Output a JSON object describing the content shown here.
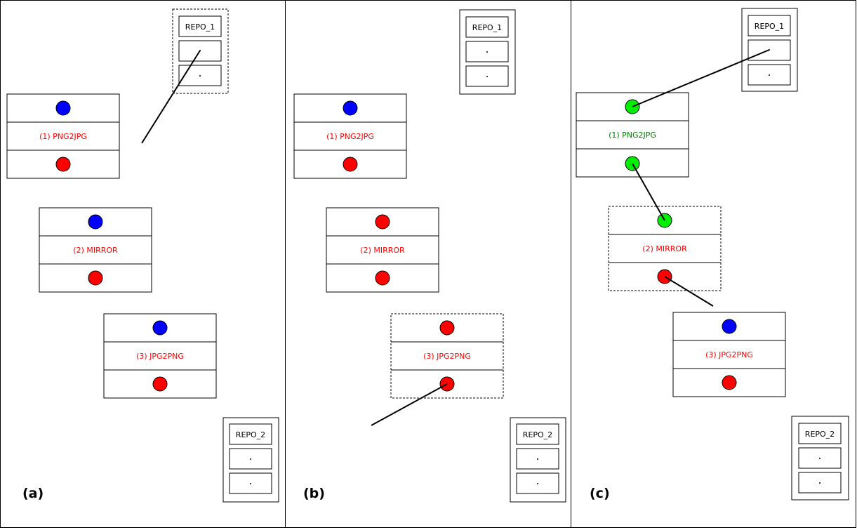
{
  "panels": [
    {
      "caption": "(a)",
      "repo1": {
        "title": "REPO_1",
        "style": "dashed"
      },
      "repo2": {
        "title": "REPO_2",
        "style": "solid"
      },
      "nodes": [
        {
          "label": "(1) PNG2JPG",
          "label_color": "#ff0000",
          "top_color": "#0000ff",
          "bottom_color": "#ff0000",
          "style": "solid"
        },
        {
          "label": "(2) MIRROR",
          "label_color": "#ff0000",
          "top_color": "#0000ff",
          "bottom_color": "#ff0000",
          "style": "solid"
        },
        {
          "label": "(3) JPG2PNG",
          "label_color": "#ff0000",
          "top_color": "#0000ff",
          "bottom_color": "#ff0000",
          "style": "solid"
        }
      ]
    },
    {
      "caption": "(b)",
      "repo1": {
        "title": "REPO_1",
        "style": "solid"
      },
      "repo2": {
        "title": "REPO_2",
        "style": "solid"
      },
      "nodes": [
        {
          "label": "(1) PNG2JPG",
          "label_color": "#ff0000",
          "top_color": "#0000ff",
          "bottom_color": "#ff0000",
          "style": "solid"
        },
        {
          "label": "(2) MIRROR",
          "label_color": "#ff0000",
          "top_color": "#ff0000",
          "bottom_color": "#ff0000",
          "style": "solid"
        },
        {
          "label": "(3) JPG2PNG",
          "label_color": "#ff0000",
          "top_color": "#ff0000",
          "bottom_color": "#ff0000",
          "style": "dashed"
        }
      ]
    },
    {
      "caption": "(c)",
      "repo1": {
        "title": "REPO_1",
        "style": "solid"
      },
      "repo2": {
        "title": "REPO_2",
        "style": "solid"
      },
      "nodes": [
        {
          "label": "(1) PNG2JPG",
          "label_color": "#008000",
          "top_color": "#00ee00",
          "bottom_color": "#00ee00",
          "style": "solid"
        },
        {
          "label": "(2) MIRROR",
          "label_color": "#ff0000",
          "top_color": "#00ee00",
          "bottom_color": "#ff0000",
          "style": "dashed"
        },
        {
          "label": "(3) JPG2PNG",
          "label_color": "#ff0000",
          "top_color": "#0000ff",
          "bottom_color": "#ff0000",
          "style": "solid"
        }
      ]
    }
  ]
}
